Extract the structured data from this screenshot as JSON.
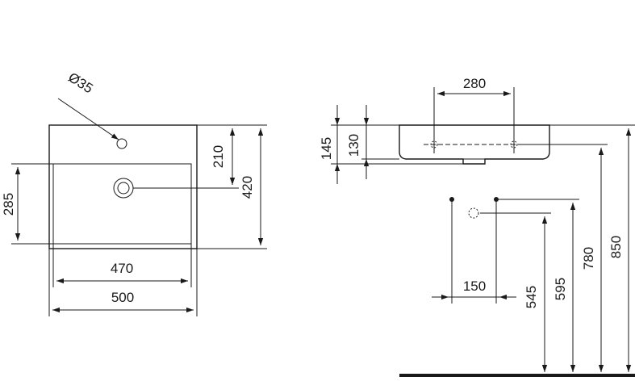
{
  "dimensions": {
    "hole_diameter": "Ø35",
    "front_width_outer": "500",
    "front_width_inner": "470",
    "front_depth_total": "420",
    "front_hole_offset": "210",
    "front_basin_depth": "285",
    "side_fixing_spacing": "280",
    "side_height_total": "145",
    "side_height_fixing": "130",
    "wall_fixing_spacing": "150",
    "height_545": "545",
    "height_595": "595",
    "height_780": "780",
    "height_850": "850"
  },
  "colors": {
    "line": "#1a1a1a",
    "background": "#ffffff"
  }
}
